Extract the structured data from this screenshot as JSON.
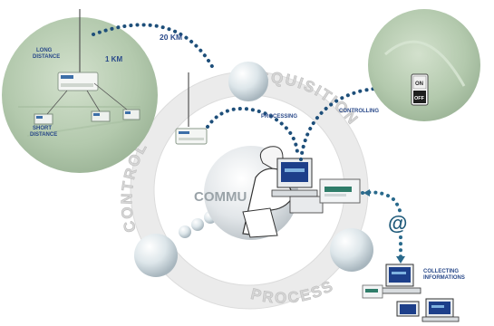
{
  "distance_labels": {
    "long": "20 KM",
    "short": "1 KM"
  },
  "field_labels": {
    "long_distance": [
      "LONG",
      "DISTANCE"
    ],
    "short_distance": [
      "SHORT",
      "DISTANCE"
    ]
  },
  "node_labels": {
    "processing": "PROCESSING",
    "controlling": "CONTROLLING",
    "collecting": [
      "COLLECTING",
      "INFORMATIONS"
    ]
  },
  "ring_words": {
    "acquisition": "ACQUISITION",
    "control": "CONTROL",
    "process": "PROCESS",
    "center": "COMMU"
  },
  "switch_labels": {
    "on": "ON",
    "off": "OFF"
  },
  "at_symbol": "@",
  "colors": {
    "dots": "#1e4f7a",
    "label": "#2a4a8a",
    "circle_green": "#b9cfb2",
    "sphere": "#dfe8ec"
  }
}
